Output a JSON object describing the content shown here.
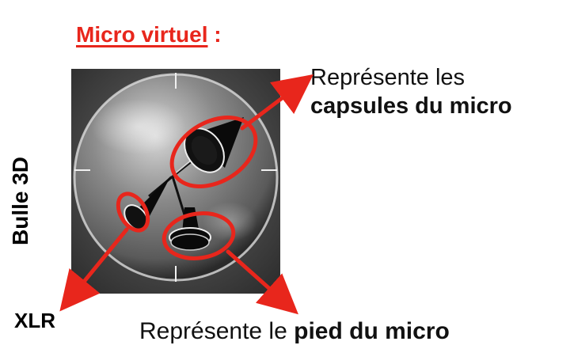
{
  "title": {
    "main": "Micro virtuel",
    "suffix": " :"
  },
  "side_label": "Bulle 3D",
  "capsules_label": {
    "line1": "Représente les",
    "line2_bold": "capsules du micro"
  },
  "xlr_label": "XLR",
  "pied_label": {
    "normal": "Représente le ",
    "bold": "pied du micro"
  },
  "colors": {
    "accent": "#e8261c",
    "text": "#000000"
  }
}
